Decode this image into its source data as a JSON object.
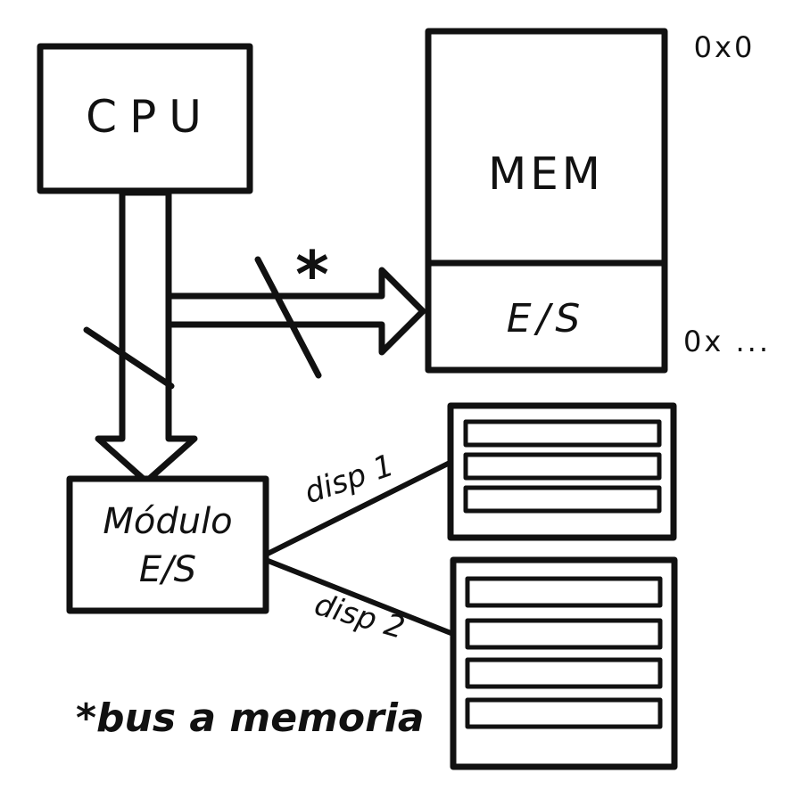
{
  "colors": {
    "ink": "#111111",
    "red": "#c9242b"
  },
  "diagram": {
    "cpu": {
      "label": "CPU"
    },
    "memory": {
      "label": "MEM",
      "io_label": "E/S",
      "addr_top": "0x0",
      "addr_bottom": "0x ..."
    },
    "bus": {
      "asterisk": "*",
      "note": "*bus a memoria"
    },
    "io_module": {
      "label_line1": "Módulo",
      "label_line2": "E/S"
    },
    "devices": [
      {
        "label": "disp 1",
        "slots": 3
      },
      {
        "label": "disp 2",
        "slots": 4
      }
    ]
  }
}
